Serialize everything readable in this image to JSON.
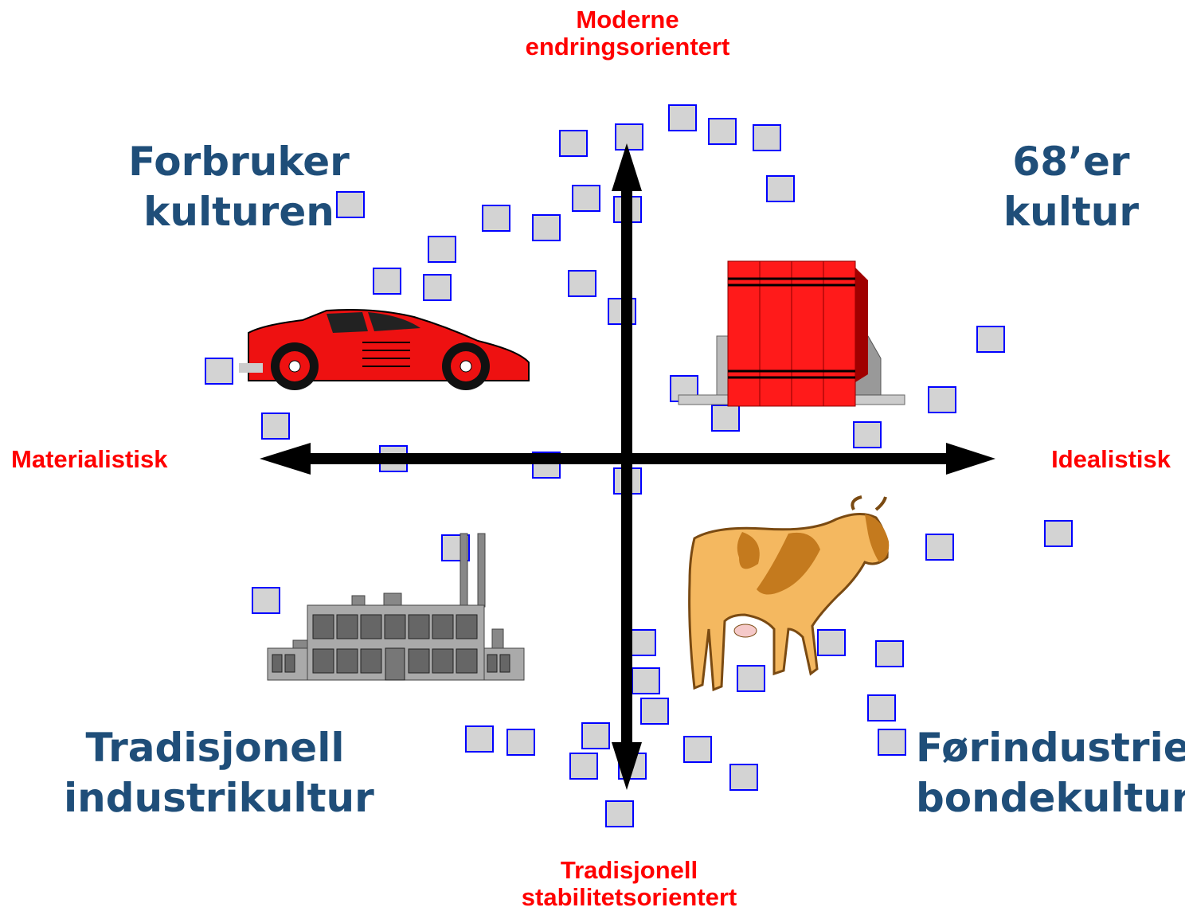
{
  "axes": {
    "top": "Moderne\nendringsorientert",
    "bottom": "Tradisjonell\nstabilitetsorientert",
    "left": "Materialistisk",
    "right": "Idealistisk"
  },
  "quadrants": {
    "top_left": "Forbruker\nkulturen",
    "top_right": "68’er\nkultur",
    "bottom_left": "Tradisjonell\nindustrikultur",
    "bottom_right": "Førindustriell\nbondekultur"
  },
  "illustrations": {
    "top_left": "car-icon",
    "top_right": "books-icon",
    "bottom_left": "factory-icon",
    "bottom_right": "cow-icon"
  },
  "colors": {
    "pole_text": "#ff0000",
    "quadrant_text": "#1f4e79",
    "marker_fill": "#d3d3d3",
    "marker_stroke": "#0000ff",
    "axis": "#000000"
  }
}
